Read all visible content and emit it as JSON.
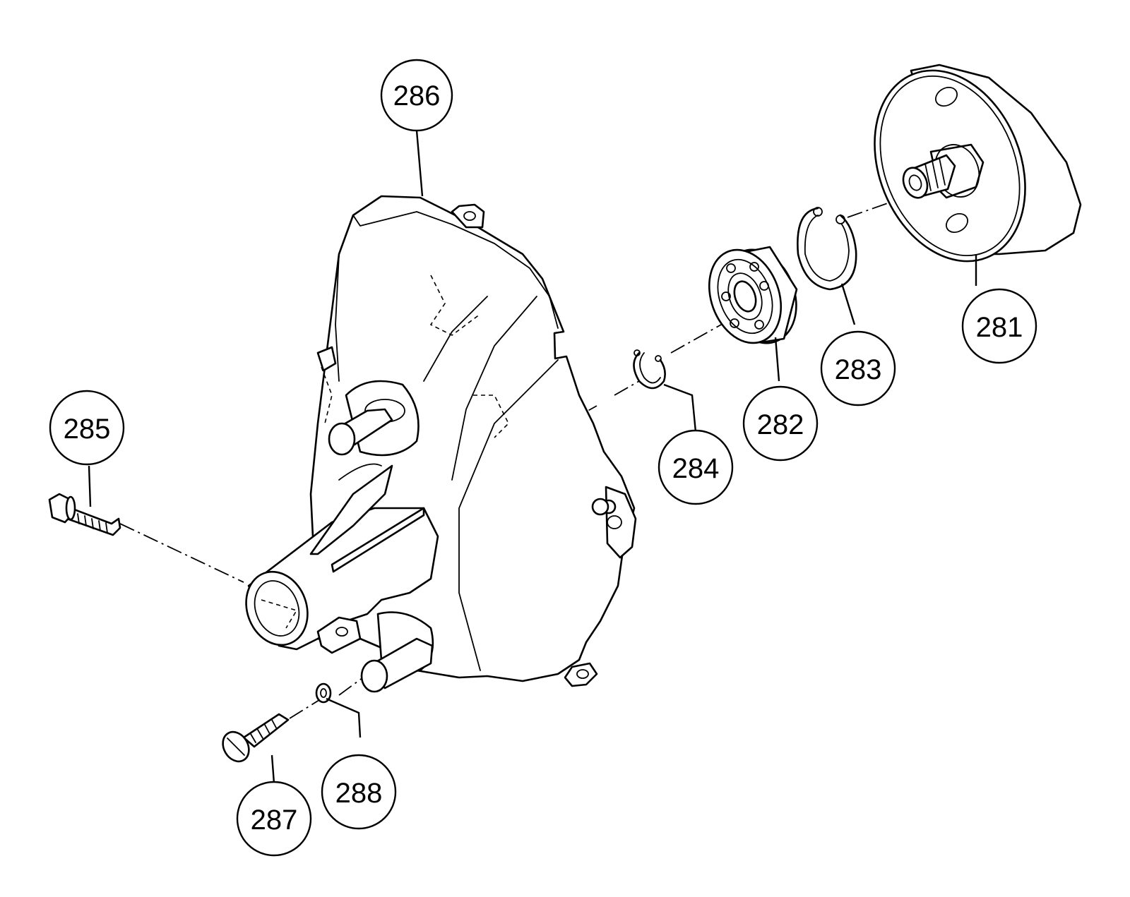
{
  "callouts": [
    {
      "id": "281",
      "label": "281",
      "part": "clutch-drum"
    },
    {
      "id": "282",
      "label": "282",
      "part": "ball-bearing"
    },
    {
      "id": "283",
      "label": "283",
      "part": "circlip-large"
    },
    {
      "id": "284",
      "label": "284",
      "part": "circlip-small"
    },
    {
      "id": "285",
      "label": "285",
      "part": "flange-bolt"
    },
    {
      "id": "286",
      "label": "286",
      "part": "gear-housing"
    },
    {
      "id": "287",
      "label": "287",
      "part": "screw"
    },
    {
      "id": "288",
      "label": "288",
      "part": "washer"
    }
  ]
}
